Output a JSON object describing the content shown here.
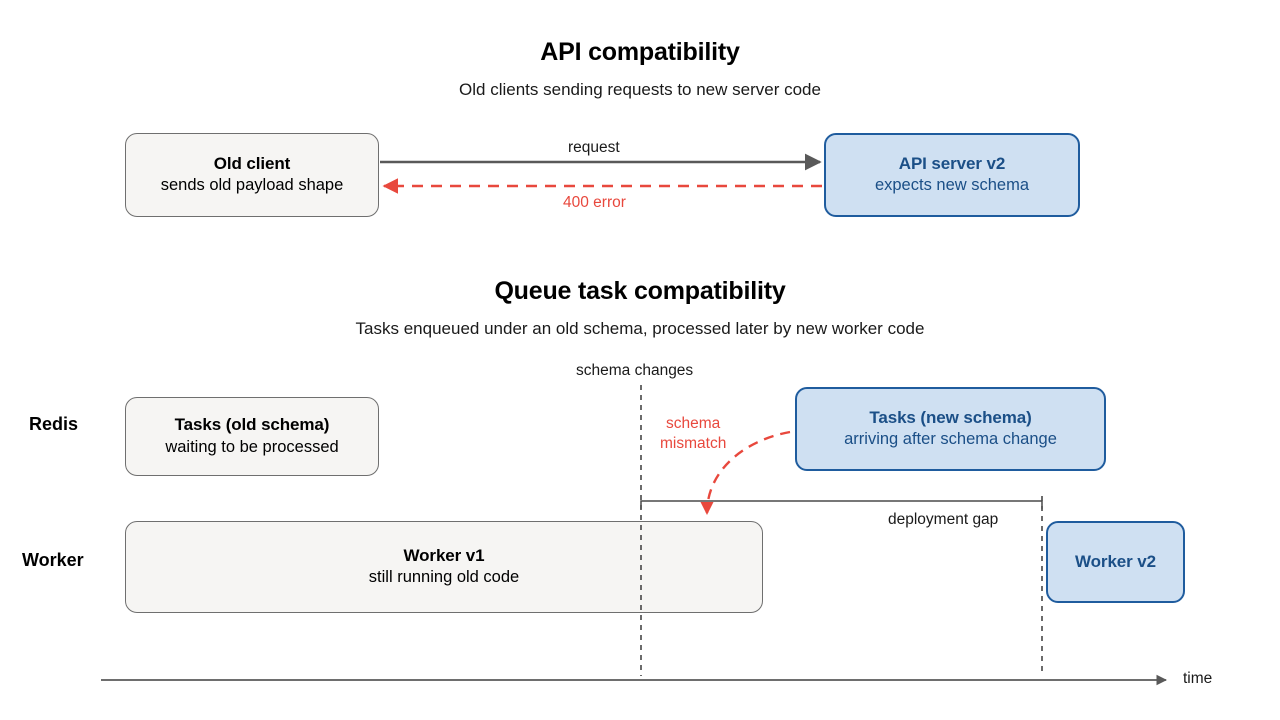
{
  "colors": {
    "grey_fill": "#f6f5f3",
    "grey_border": "#6f6f6f",
    "blue_fill": "#cfe0f2",
    "blue_border": "#1f5c9e",
    "blue_text": "#1b4f87",
    "red": "#e8483d",
    "line_grey": "#595959",
    "background": "#ffffff"
  },
  "sections": [
    {
      "title": "API compatibility",
      "subtitle": "Old clients sending requests to new server code"
    },
    {
      "title": "Queue task compatibility",
      "subtitle": "Tasks enqueued under an old schema, processed later by new worker code"
    }
  ],
  "api_section": {
    "client_box": {
      "title": "Old client",
      "subtitle": "sends old payload shape",
      "style": "grey"
    },
    "server_box": {
      "title": "API server v2",
      "subtitle": "expects new schema",
      "style": "blue"
    },
    "request_edge_label": "request",
    "error_edge_label": "400 error"
  },
  "queue_section": {
    "row_labels": {
      "redis": "Redis",
      "worker": "Worker"
    },
    "tasks_old_box": {
      "title": "Tasks (old schema)",
      "subtitle": "waiting to be processed",
      "style": "grey"
    },
    "tasks_new_box": {
      "title": "Tasks (new schema)",
      "subtitle": "arriving after schema change",
      "style": "blue"
    },
    "worker_v1_box": {
      "title": "Worker v1",
      "subtitle": "still running old code",
      "style": "grey"
    },
    "worker_v2_box": {
      "title": "Worker v2",
      "subtitle": "",
      "style": "blue"
    },
    "schema_change_marker": "schema changes",
    "mismatch_label_line1": "schema",
    "mismatch_label_line2": "mismatch",
    "deployment_gap_label": "deployment gap",
    "time_axis_label": "time"
  }
}
